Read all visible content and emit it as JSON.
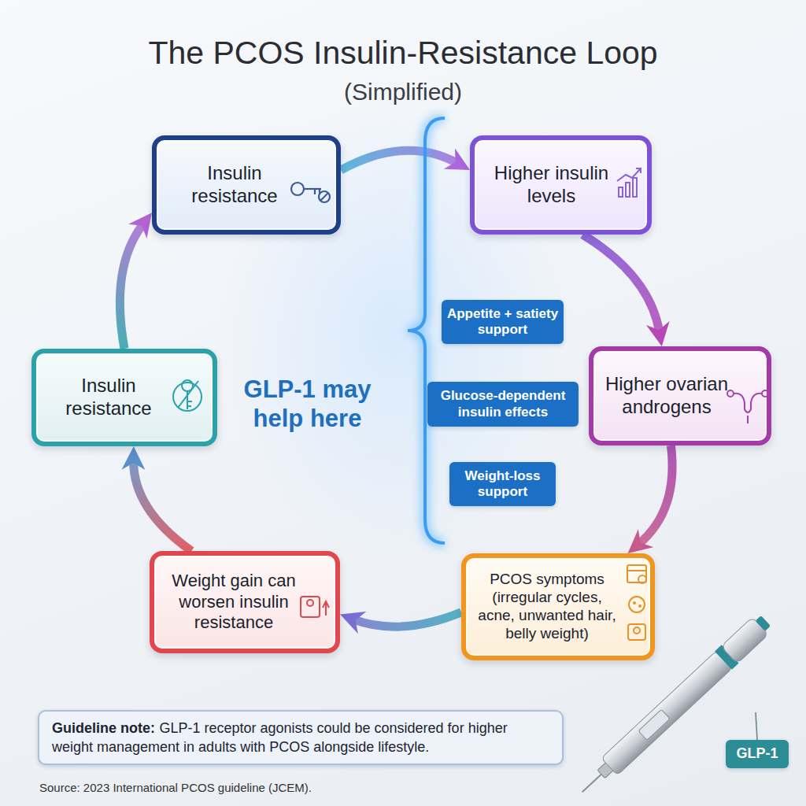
{
  "diagram": {
    "title": "The PCOS Insulin-Resistance Loop",
    "caption": "Source: 2023 International PCOS guideline (JCEM).",
    "nodes": [
      {
        "text": [
          "Insulin resistance"
        ]
      },
      {
        "text": [
          "Higher insulin levels"
        ]
      },
      {
        "text": [
          "Higher ovarian androgens"
        ]
      },
      {
        "text": [
          "PCOS symptoms (irregular cycles, acne, unwanted hair, belly weight)"
        ]
      },
      {
        "text": [
          "Weight gain can worsen insulin resistance"
        ]
      },
      {
        "text": [
          "Insulin resistance"
        ]
      },
      {
        "text": [
          "Appetite + satiety support"
        ]
      },
      {
        "text": [
          "Glucose-dependent insulin effects"
        ]
      },
      {
        "text": [
          "Weight-loss support"
        ]
      },
      {
        "text": [
          "Guideline note:",
          "GLP-1 receptor agonists could be considered for higher weight management in adults with PCOS alongside lifestyle."
        ]
      },
      {
        "text": [
          "GLP-1"
        ]
      }
    ],
    "edges": [
      {
        "from": 0,
        "to": 1,
        "arrow": "to"
      },
      {
        "from": 1,
        "to": 2,
        "arrow": "to"
      },
      {
        "from": 2,
        "to": 3,
        "arrow": "to"
      },
      {
        "from": 3,
        "to": 4,
        "arrow": "to"
      },
      {
        "from": 4,
        "to": 5,
        "arrow": "to"
      },
      {
        "from": 5,
        "to": 0,
        "arrow": "to"
      }
    ],
    "labels": [
      "(Simplified)",
      "GLP-1 may help here"
    ]
  }
}
